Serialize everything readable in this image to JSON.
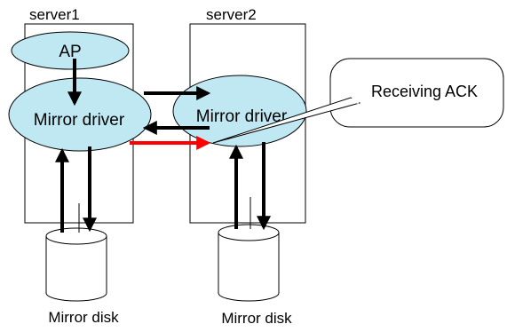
{
  "servers": [
    {
      "label": "server1",
      "driver_label": "Mirror driver",
      "disk_label": "Mirror disk",
      "app_label": "AP"
    },
    {
      "label": "server2",
      "driver_label": "Mirror driver",
      "disk_label": "Mirror disk"
    }
  ],
  "callout": {
    "text": "Receiving ACK"
  },
  "colors": {
    "ellipse_fill": "#bfe8f2",
    "outline": "#000000",
    "ack_arrow": "#ff0000",
    "background": "#ffffff"
  }
}
